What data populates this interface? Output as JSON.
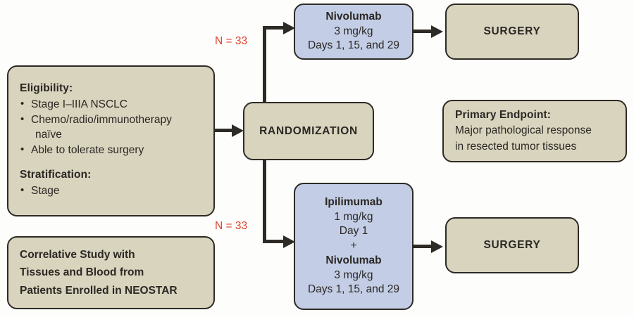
{
  "diagram": {
    "title": "NEOSTAR neoadjuvant trial schema",
    "colors": {
      "background": "#fdfdfb",
      "tan_fill": "#d8d4be",
      "blue_fill": "#c3cee6",
      "outline": "#2e2b26",
      "n_label_red": "#e0412f"
    }
  },
  "eligibility": {
    "heading": "Eligibility:",
    "bullets": [
      "Stage I–IIIA NSCLC",
      "Chemo/radio/immunotherapy",
      "naïve",
      "Able to tolerate surgery"
    ],
    "stratification_heading": "Stratification:",
    "stratification_bullets": [
      "Stage"
    ]
  },
  "correlative": {
    "lines": [
      "Correlative Study with",
      "Tissues and Blood from",
      "Patients Enrolled in NEOSTAR"
    ]
  },
  "randomization": {
    "label": "RANDOMIZATION"
  },
  "arms": {
    "upper": {
      "n_label": "N = 33",
      "lines": [
        {
          "text": "Nivolumab",
          "bold": true
        },
        {
          "text": "3 mg/kg",
          "bold": false
        },
        {
          "text": "Days 1, 15, and 29",
          "bold": false
        }
      ],
      "surgery_label": "SURGERY"
    },
    "lower": {
      "n_label": "N = 33",
      "lines": [
        {
          "text": "Ipilimumab",
          "bold": true
        },
        {
          "text": "1 mg/kg",
          "bold": false
        },
        {
          "text": "Day 1",
          "bold": false
        },
        {
          "text": "+",
          "bold": false
        },
        {
          "text": "Nivolumab",
          "bold": true
        },
        {
          "text": "3 mg/kg",
          "bold": false
        },
        {
          "text": "Days 1, 15, and 29",
          "bold": false
        }
      ],
      "surgery_label": "SURGERY"
    }
  },
  "primary_endpoint": {
    "heading": "Primary Endpoint:",
    "line1": "Major pathological response",
    "line2": "in resected tumor tissues"
  }
}
